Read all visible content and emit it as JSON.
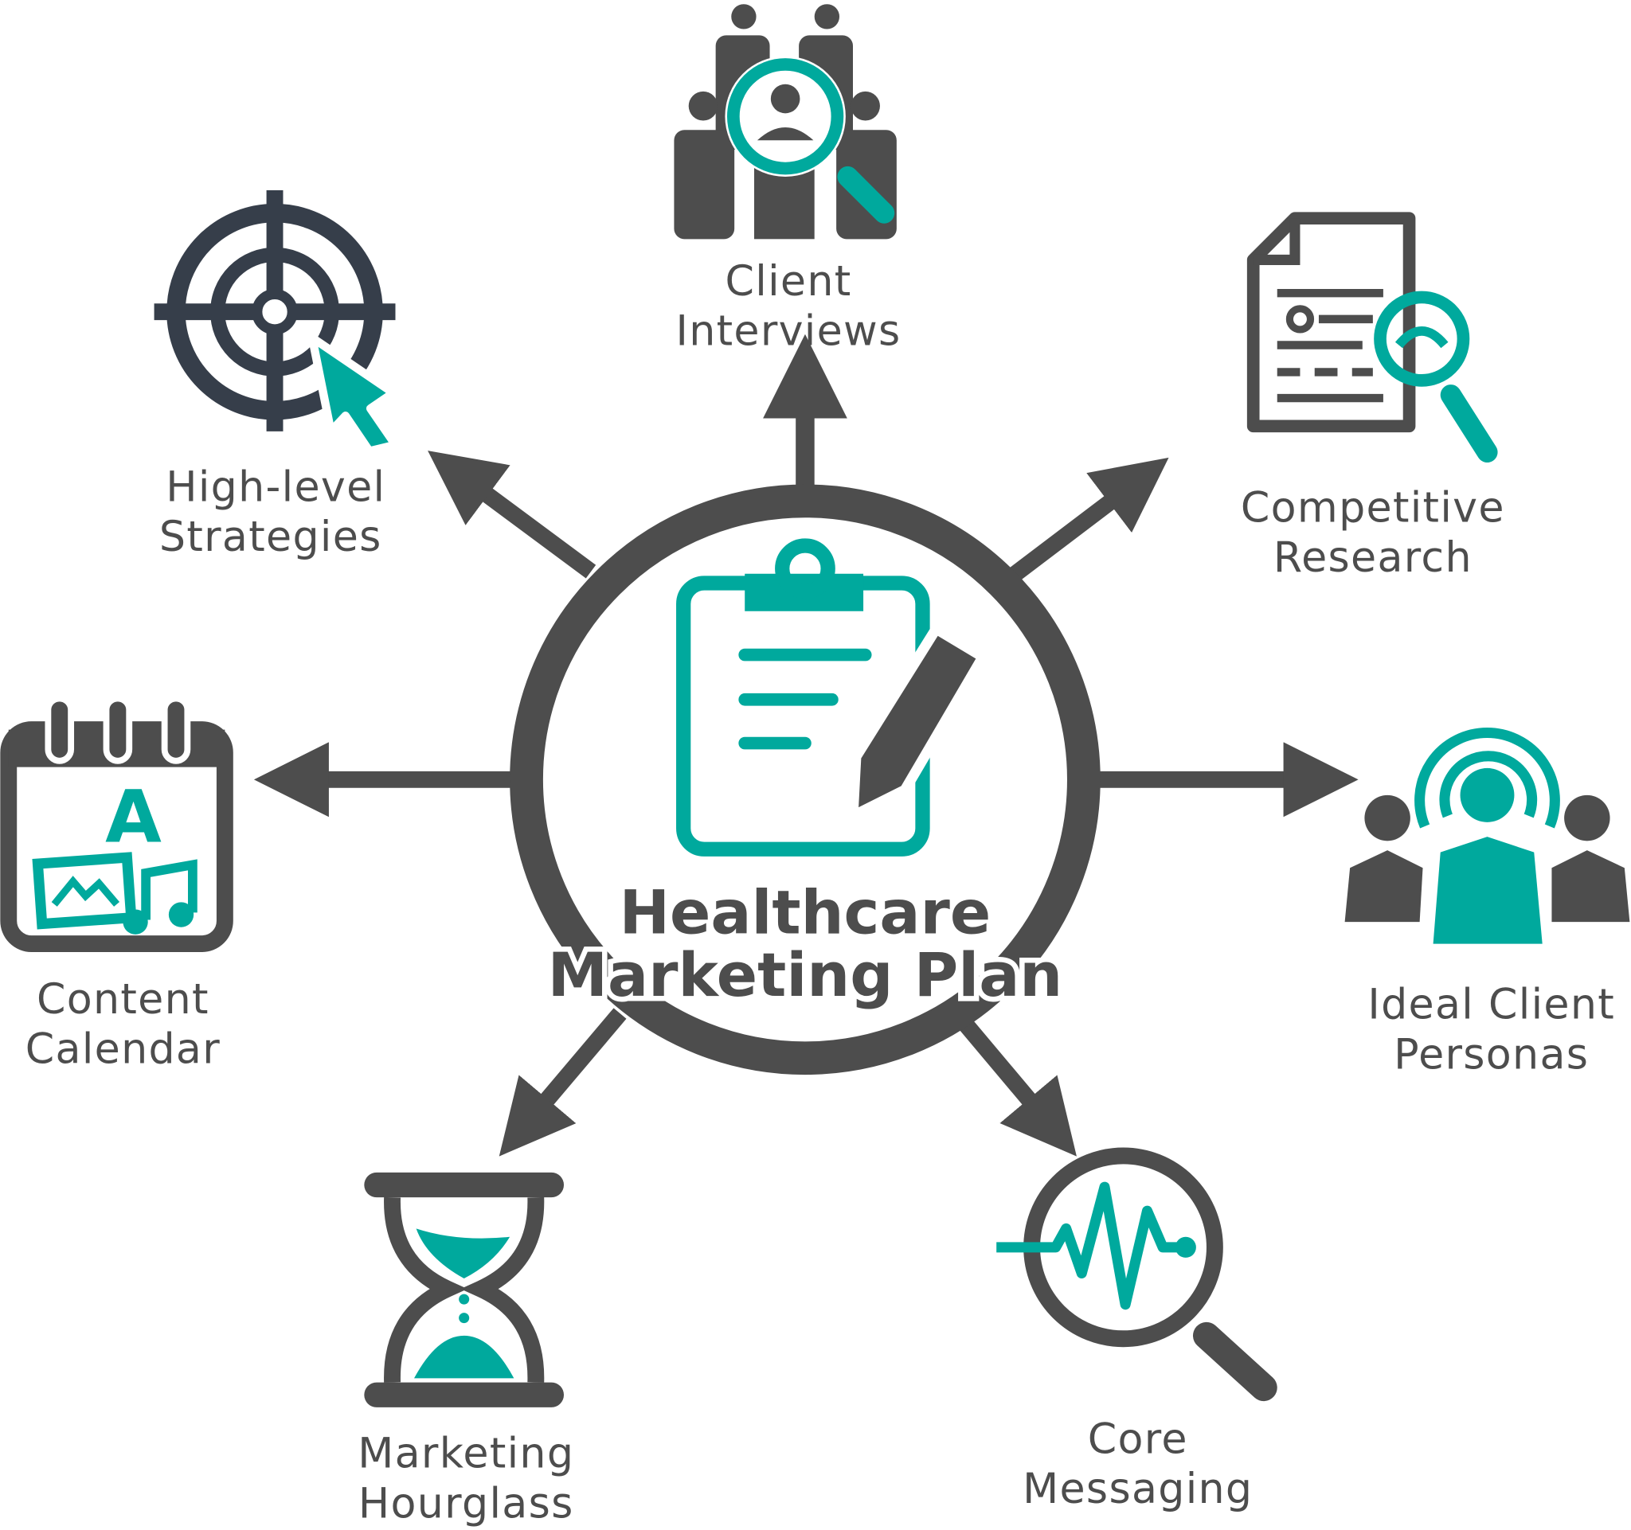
{
  "title": {
    "line1": "Healthcare",
    "line2": "Marketing Plan"
  },
  "colors": {
    "primary_gray": "#4d4d4d",
    "accent_teal": "#00a99d"
  },
  "nodes": [
    {
      "id": "client-interviews",
      "line1": "Client",
      "line2": "Interviews",
      "icon": "people-magnifier-icon"
    },
    {
      "id": "competitive-research",
      "line1": "Competitive",
      "line2": "Research",
      "icon": "document-magnifier-icon"
    },
    {
      "id": "ideal-client-personas",
      "line1": "Ideal Client",
      "line2": "Personas",
      "icon": "persona-signal-icon"
    },
    {
      "id": "core-messaging",
      "line1": "Core",
      "line2": "Messaging",
      "icon": "pulse-magnifier-icon"
    },
    {
      "id": "marketing-hourglass",
      "line1": "Marketing",
      "line2": "Hourglass",
      "icon": "hourglass-icon"
    },
    {
      "id": "content-calendar",
      "line1": "Content",
      "line2": "Calendar",
      "icon": "calendar-icon"
    },
    {
      "id": "high-level-strategies",
      "line1": "High-level",
      "line2": "Strategies",
      "icon": "target-cursor-icon"
    }
  ],
  "center_icon": "clipboard-pencil-icon"
}
